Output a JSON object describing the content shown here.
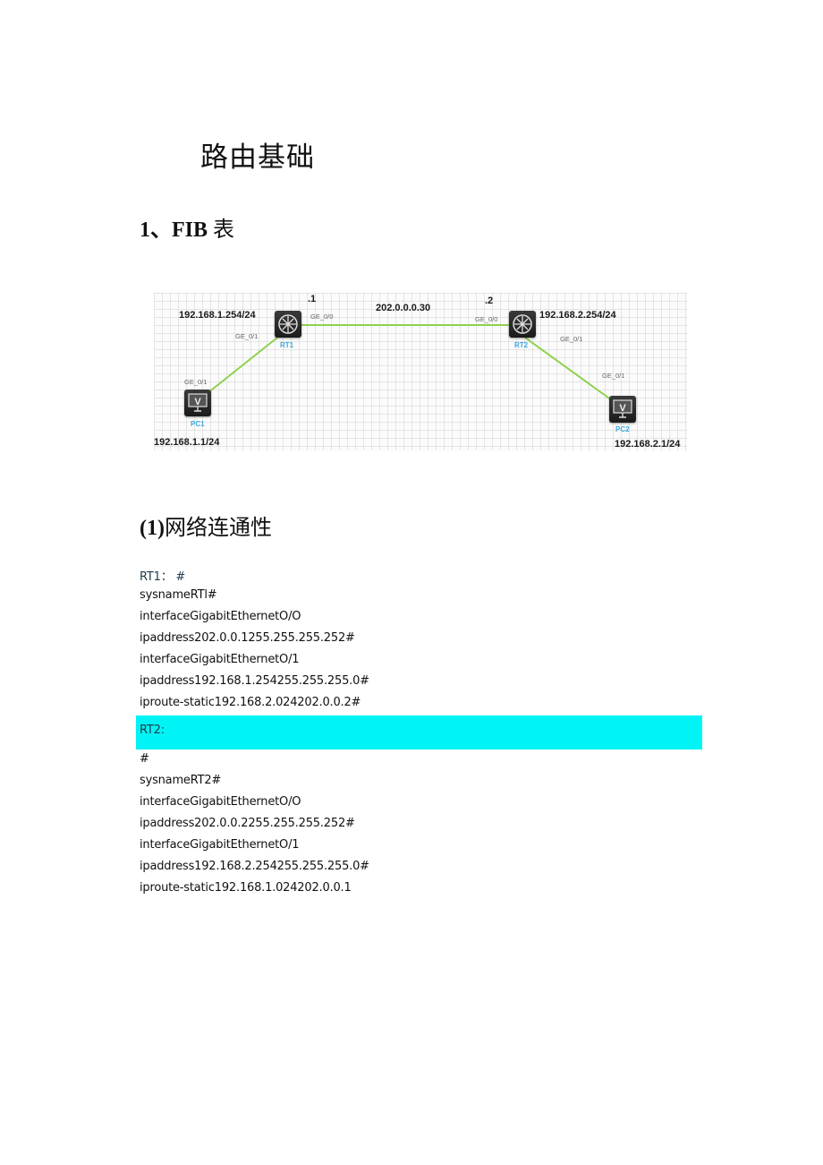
{
  "document": {
    "title": "路由基础",
    "section": {
      "number": "1、",
      "label_latin": "FIB",
      "label_cjk": "表"
    },
    "subsection": {
      "number": "(1)",
      "label": "网络连通性"
    }
  },
  "diagram": {
    "devices": [
      {
        "id": "RT1",
        "type": "router",
        "label": "RT1"
      },
      {
        "id": "RT2",
        "type": "router",
        "label": "RT2"
      },
      {
        "id": "PC1",
        "type": "pc",
        "label": "PC1"
      },
      {
        "id": "PC2",
        "type": "pc",
        "label": "PC2"
      }
    ],
    "ip_labels": {
      "rt1_lan": "192.168.1.254/24",
      "rt2_lan": "192.168.2.254/24",
      "pc1": "192.168.1.1/24",
      "pc2": "192.168.2.1/24",
      "wan_network": "202.0.0.0.30",
      "rt1_wan_host": ".1",
      "rt2_wan_host": ".2"
    },
    "ports": {
      "rt1_ge00": "GE_0/0",
      "rt1_ge01": "GE_0/1",
      "rt2_ge00": "GE_0/0",
      "rt2_ge01": "GE_0/1",
      "pc1_ge01": "GE_0/1",
      "pc2_ge01": "GE_0/1"
    },
    "link_color": "#8fd14f",
    "device_label_color": "#3fa9e0"
  },
  "config": {
    "rt1": {
      "header": "RT1：  #",
      "lines": [
        "sysnameRTl#",
        "interfaceGigabitEthernetO/O",
        "ipaddress202.0.0.1255.255.255.252#",
        "interfaceGigabitEthernetO/1",
        "ipaddress192.168.1.254255.255.255.0#",
        "iproute-static192.168.2.024202.0.0.2#"
      ]
    },
    "rt2": {
      "header": "RT2:",
      "highlight_color": "#00f4f6",
      "lines": [
        "#",
        "sysnameRT2#",
        "interfaceGigabitEthernetO/O",
        "ipaddress202.0.0.2255.255.255.252#",
        "interfaceGigabitEthernetO/1",
        "ipaddress192.168.2.254255.255.255.0#",
        "iproute-static192.168.1.024202.0.0.1"
      ]
    }
  }
}
